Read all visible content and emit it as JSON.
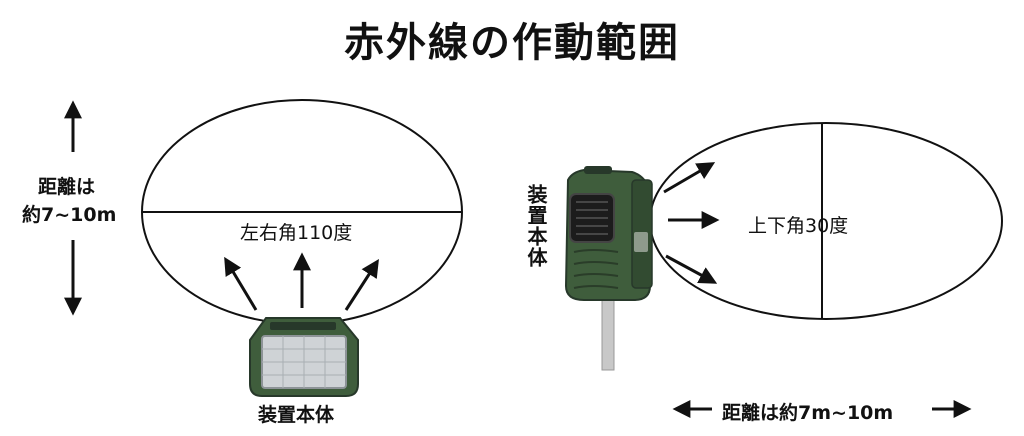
{
  "title": "赤外線の作動範囲",
  "left_panel": {
    "distance_label_line1": "距離は",
    "distance_label_line2": "約7~10m",
    "angle_label": "左右角110度",
    "device_label": "装置本体"
  },
  "right_panel": {
    "device_label_vertical": "装置本体",
    "angle_label": "上下角30度",
    "distance_label": "距離は約7m~10m"
  },
  "colors": {
    "device_body": "#3f5d3c",
    "device_dark": "#27382a",
    "solar_panel": "#cfd3d6",
    "pole": "#c8c8c8",
    "line": "#111111"
  }
}
